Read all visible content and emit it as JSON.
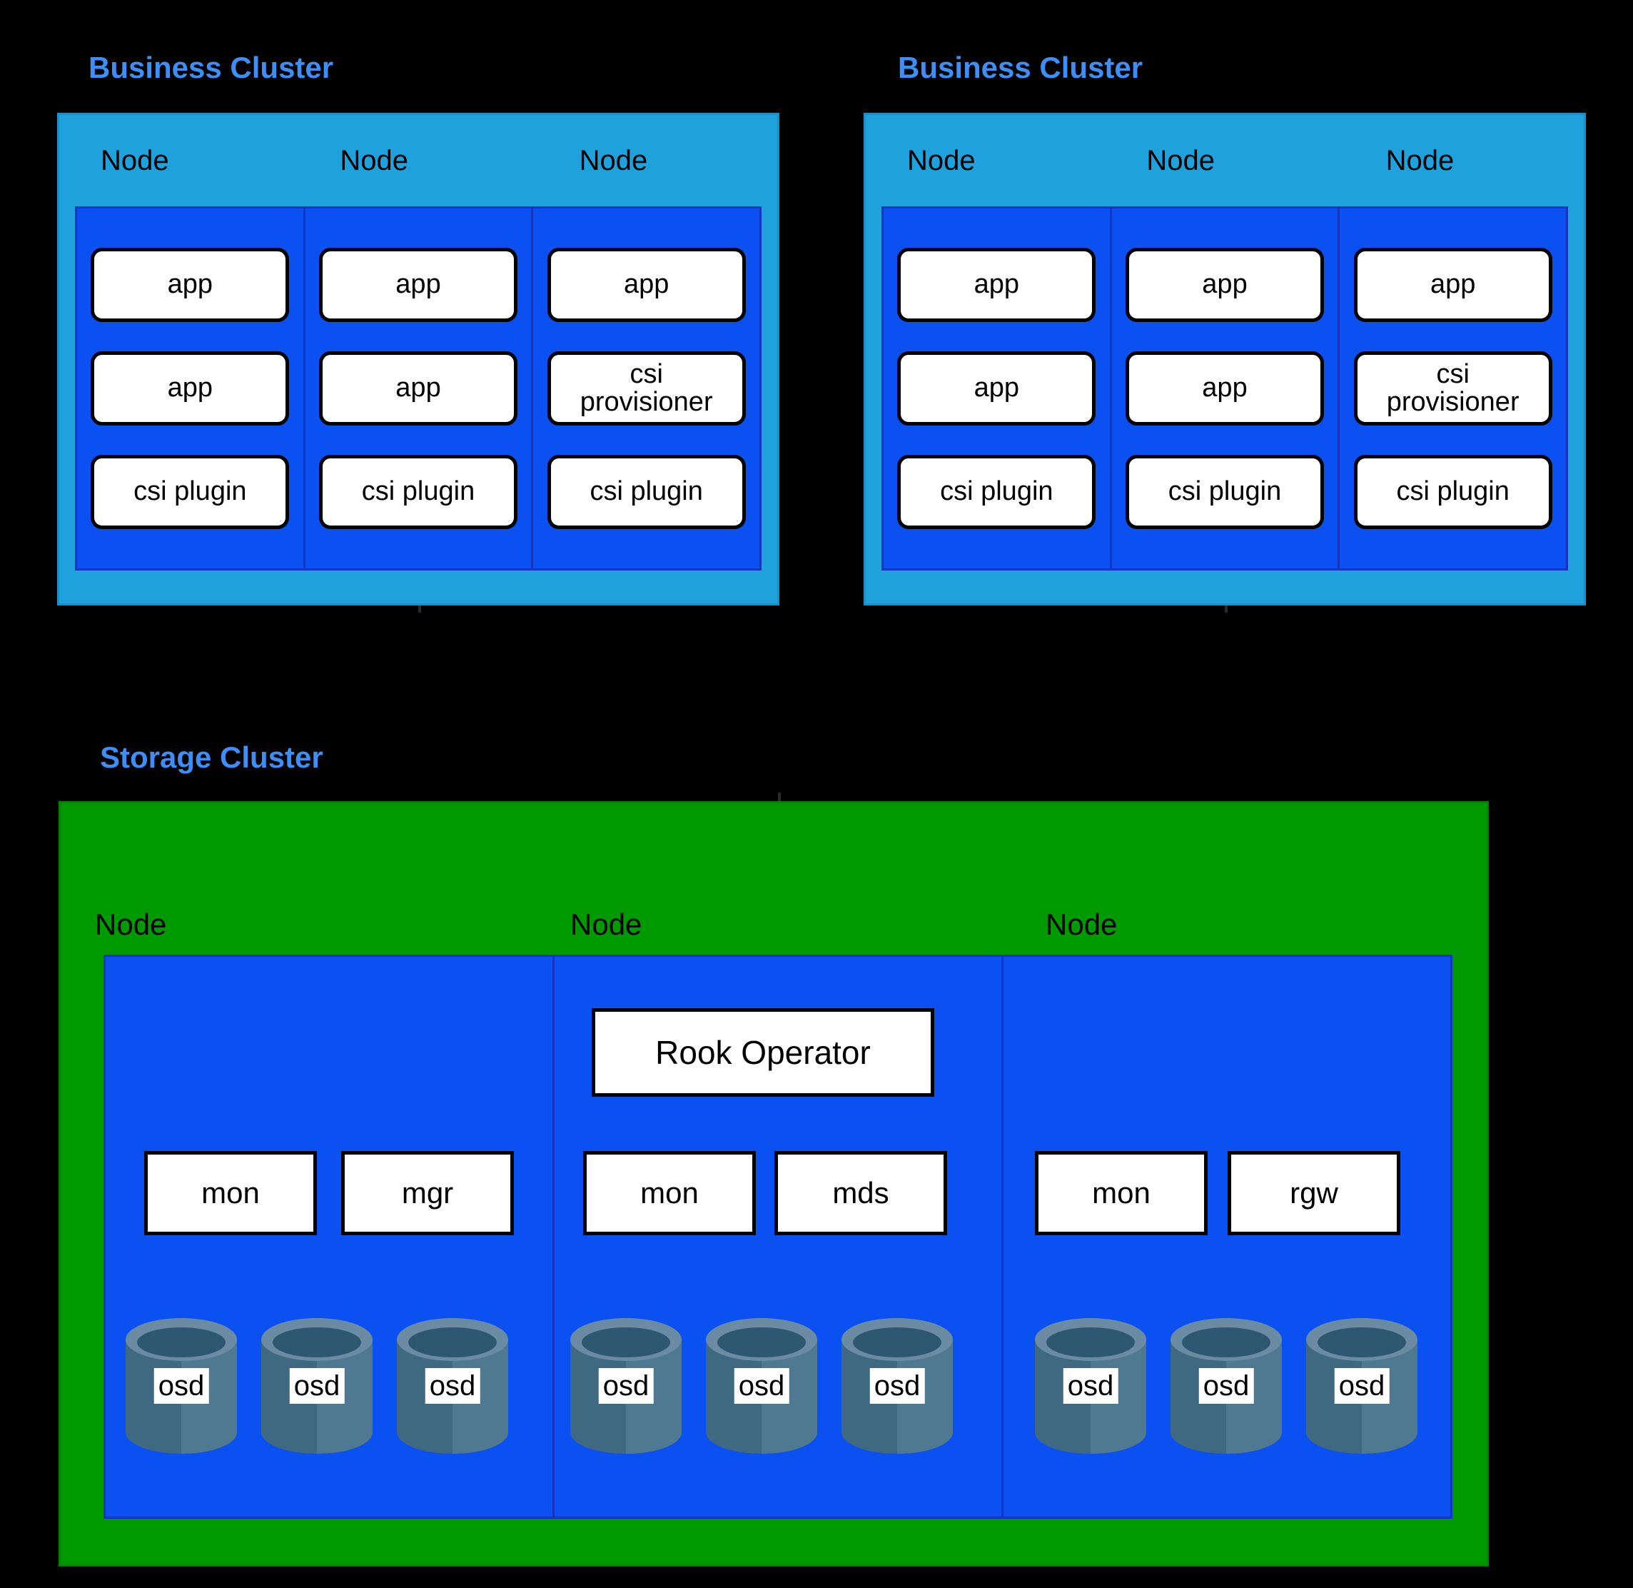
{
  "diagram": {
    "title_color": "#3d8ef7",
    "background": "#000000",
    "business_cluster_fill": "#1fa1dc",
    "node_fill": "#0b50f0",
    "storage_cluster_fill": "#009a00",
    "pod_fill": "#ffffff",
    "osd_fill": "#3f6881"
  },
  "business_clusters": [
    {
      "caption": "Business Cluster",
      "nodes": [
        {
          "label": "Node",
          "pods": [
            "app",
            "app",
            "csi plugin"
          ]
        },
        {
          "label": "Node",
          "pods": [
            "app",
            "app",
            "csi plugin"
          ]
        },
        {
          "label": "Node",
          "pods": [
            "app",
            "csi provisioner",
            "csi plugin"
          ]
        }
      ]
    },
    {
      "caption": "Business Cluster",
      "nodes": [
        {
          "label": "Node",
          "pods": [
            "app",
            "app",
            "csi plugin"
          ]
        },
        {
          "label": "Node",
          "pods": [
            "app",
            "app",
            "csi plugin"
          ]
        },
        {
          "label": "Node",
          "pods": [
            "app",
            "csi provisioner",
            "csi plugin"
          ]
        }
      ]
    }
  ],
  "storage_cluster": {
    "caption": "Storage Cluster",
    "nodes": [
      {
        "label": "Node",
        "operator": null,
        "services": [
          "mon",
          "mgr"
        ],
        "osds": [
          "osd",
          "osd",
          "osd"
        ]
      },
      {
        "label": "Node",
        "operator": "Rook Operator",
        "services": [
          "mon",
          "mds"
        ],
        "osds": [
          "osd",
          "osd",
          "osd"
        ]
      },
      {
        "label": "Node",
        "operator": null,
        "services": [
          "mon",
          "rgw"
        ],
        "osds": [
          "osd",
          "osd",
          "osd"
        ]
      }
    ]
  }
}
